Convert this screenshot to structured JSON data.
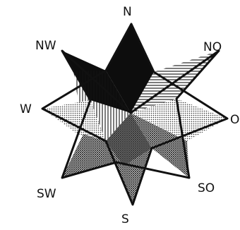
{
  "labels": {
    "n": "N",
    "nw": "NW",
    "no": "NO",
    "w": "W",
    "o": "O",
    "sw": "SW",
    "so": "SO",
    "s": "S"
  }
}
